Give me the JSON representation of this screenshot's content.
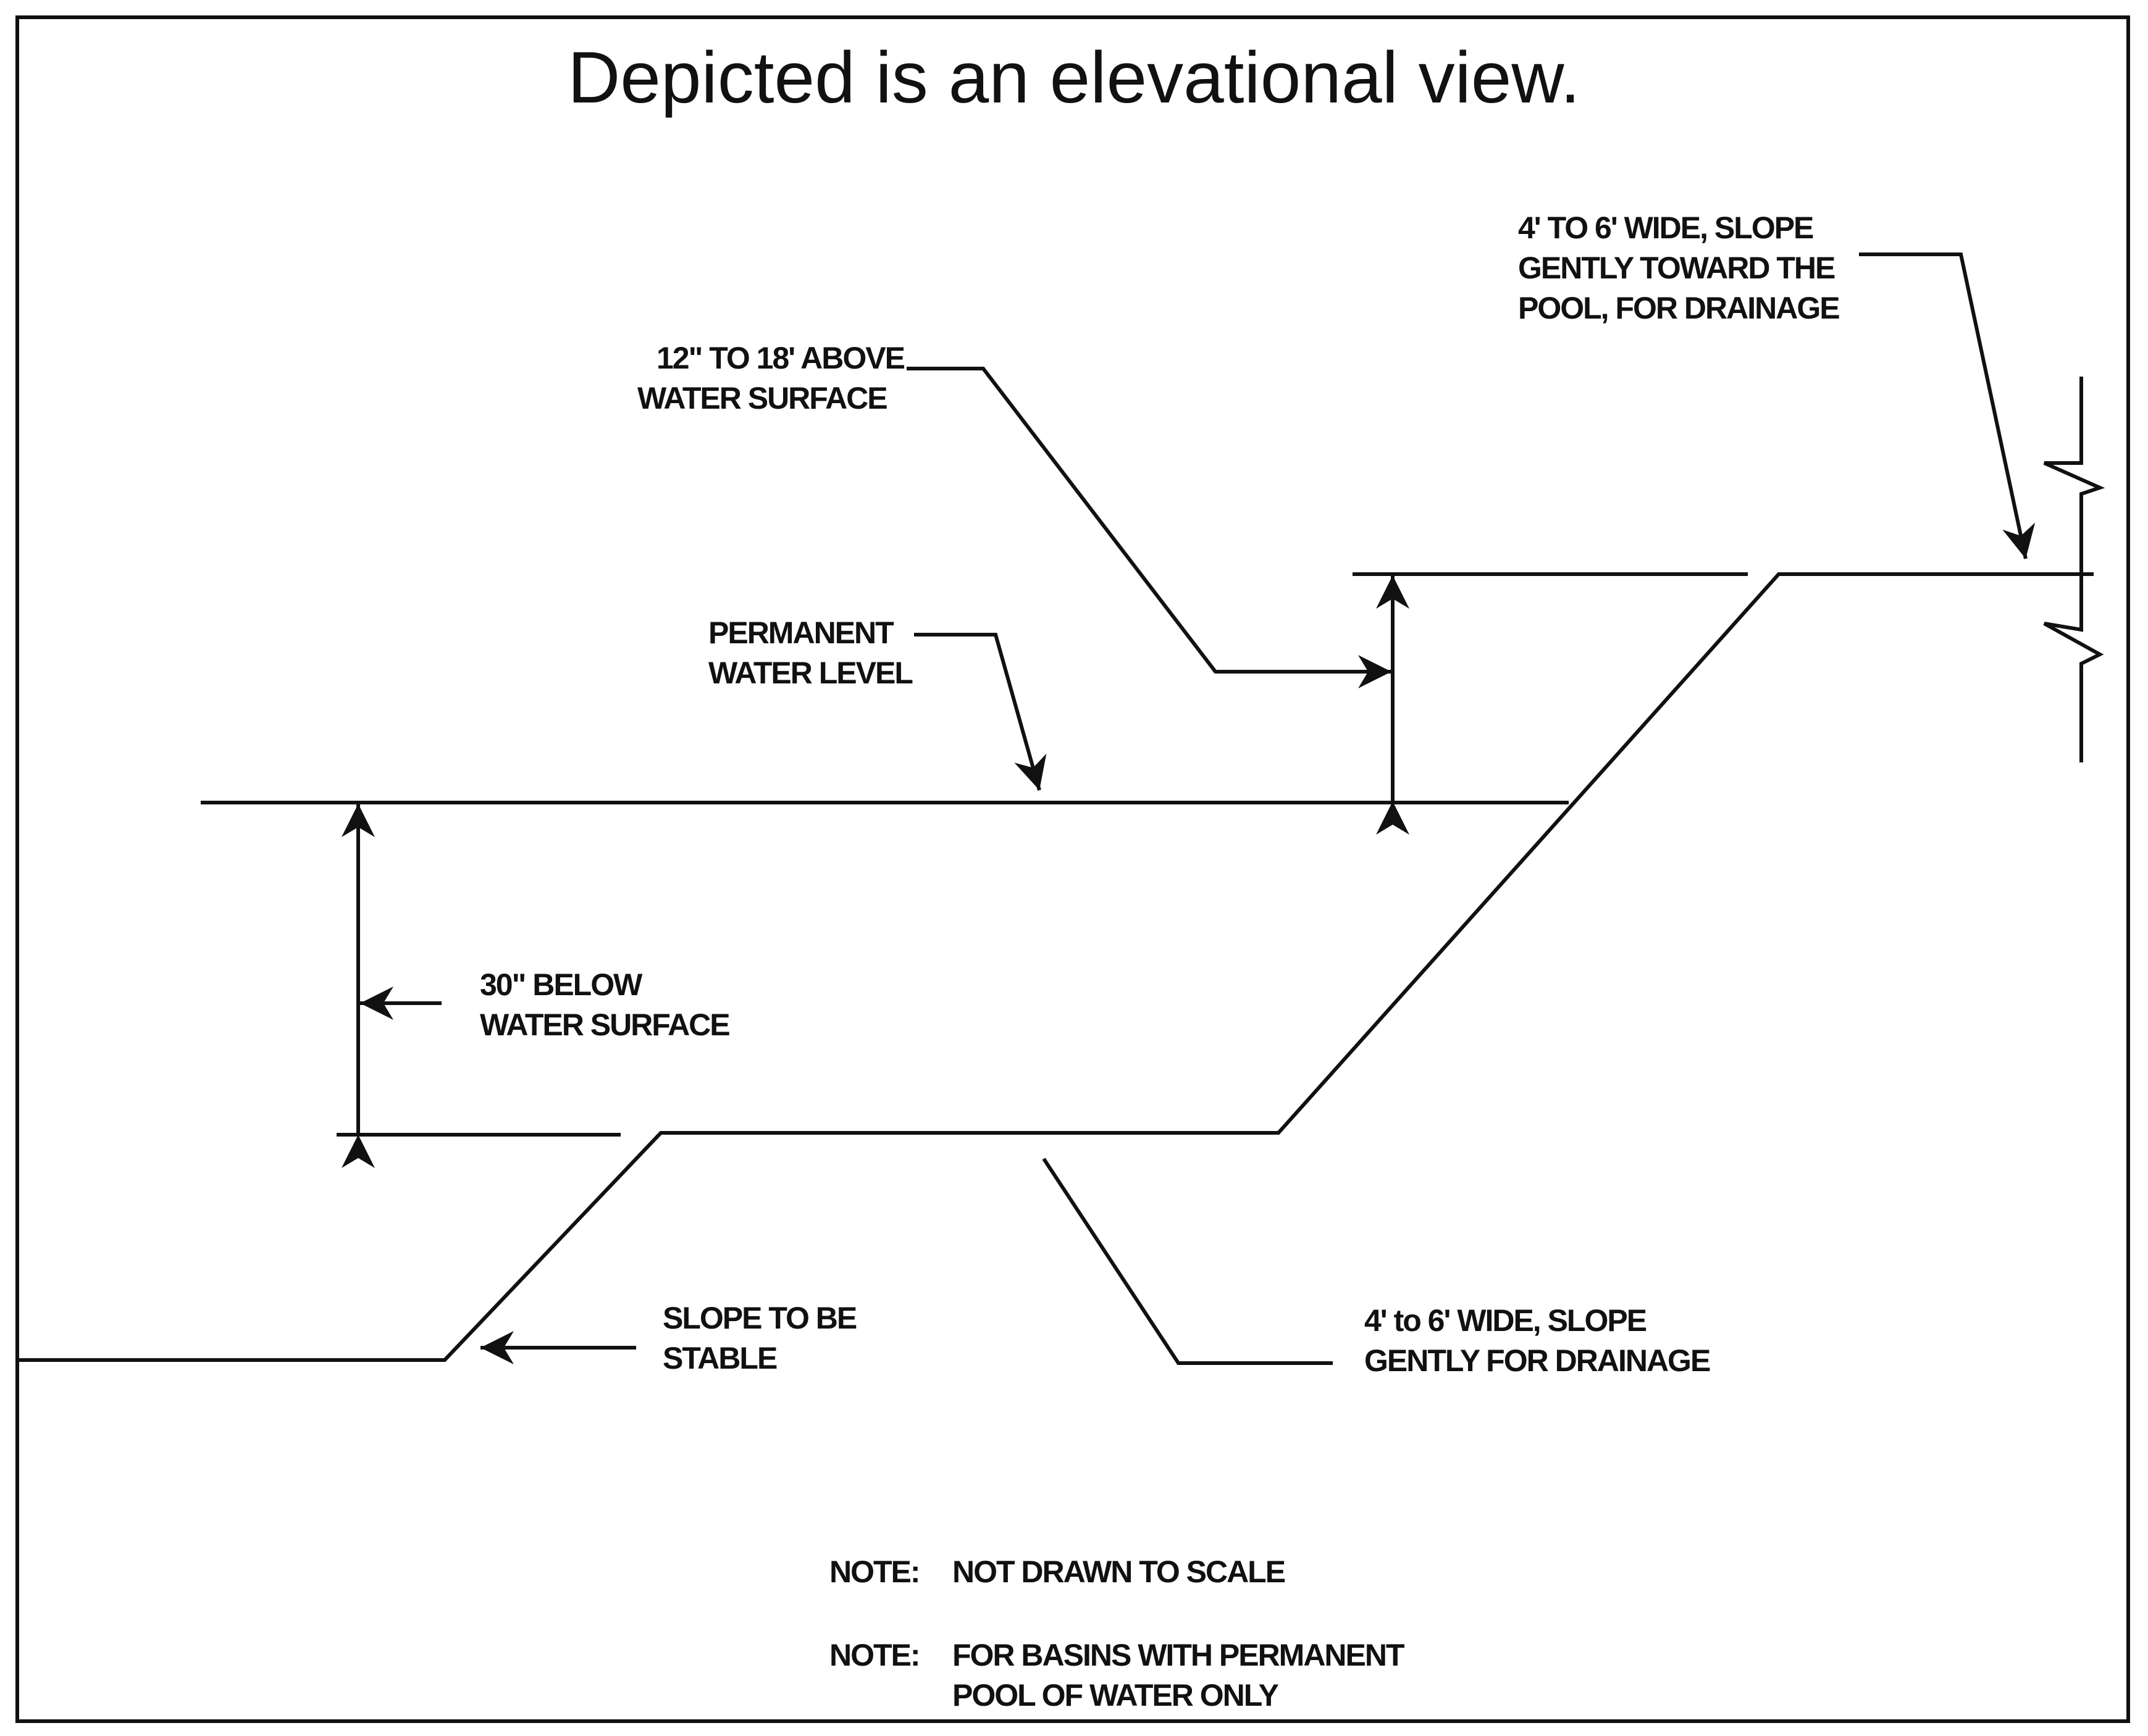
{
  "title": "Depicted is an elevational view.",
  "labels": {
    "bench_top": [
      "4' TO 6' WIDE, SLOPE",
      "GENTLY TOWARD THE",
      "POOL, FOR DRAINAGE"
    ],
    "freeboard": [
      "12\" TO 18' ABOVE",
      "WATER SURFACE"
    ],
    "water_level": [
      "PERMANENT",
      "WATER LEVEL"
    ],
    "depth": [
      "30\" BELOW",
      "WATER SURFACE"
    ],
    "slope": [
      "SLOPE TO BE",
      "STABLE"
    ],
    "bench_bottom": [
      "4' to 6' WIDE, SLOPE",
      "GENTLY FOR DRAINAGE"
    ]
  },
  "notes": {
    "note1_prefix": "NOTE:",
    "note1_text": "NOT DRAWN TO SCALE",
    "note2_prefix": "NOTE:",
    "note2_line1": "FOR BASINS WITH PERMANENT",
    "note2_line2": "POOL OF WATER ONLY"
  }
}
